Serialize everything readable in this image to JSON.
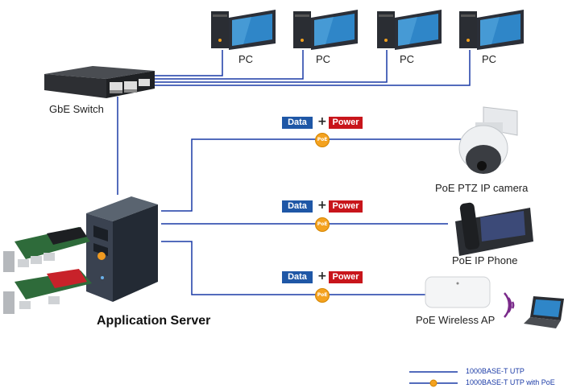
{
  "labels": {
    "pc1": "PC",
    "pc2": "PC",
    "pc3": "PC",
    "pc4": "PC",
    "switch": "GbE Switch",
    "server": "Application Server",
    "camera": "PoE PTZ IP camera",
    "phone": "PoE IP Phone",
    "ap": "PoE Wireless AP"
  },
  "tags": {
    "data": "Data",
    "plus": "+",
    "power": "Power",
    "poe": "PoE"
  },
  "legend": {
    "utp": "1000BASE-T UTP",
    "utp_poe": "1000BASE-T UTP with PoE"
  },
  "colors": {
    "line": "#1a3aa6",
    "data_tag": "#1f57a6",
    "power_tag": "#c8151b",
    "poe_badge": "#f4a21f"
  }
}
